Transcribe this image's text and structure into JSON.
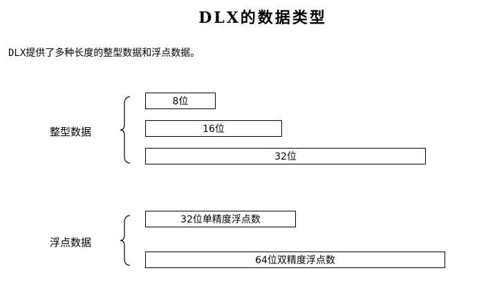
{
  "title": "DLX的数据类型",
  "intro": "DLX提供了多种长度的整型数据和浮点数据。",
  "integer_group": {
    "label": "整型数据",
    "boxes": [
      "8位",
      "16位",
      "32位"
    ]
  },
  "float_group": {
    "label": "浮点数据",
    "boxes": [
      "32位单精度浮点数",
      "64位双精度浮点数"
    ]
  },
  "colors": {
    "text": "#000000",
    "border": "#000000",
    "background": "#ffffff"
  }
}
